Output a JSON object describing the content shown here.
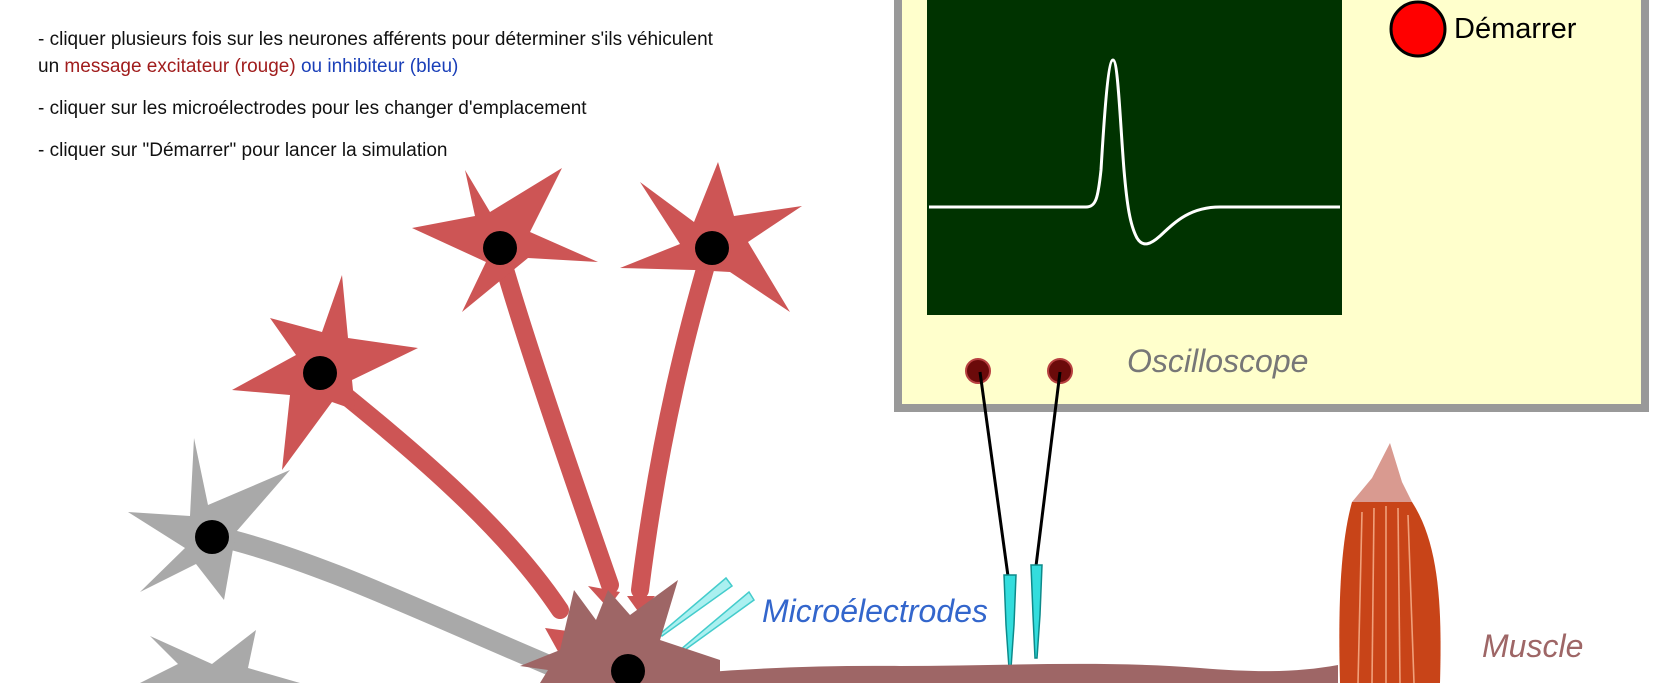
{
  "instructions": {
    "line1_prefix": "- cliquer plusieurs fois sur les neurones afférents pour déterminer s'ils véhiculent",
    "line1_un": "un ",
    "line1_red": "message excitateur (rouge)",
    "line1_blue": " ou inhibiteur (bleu)",
    "line2": "- cliquer sur les microélectrodes pour les changer d'emplacement",
    "line3": "- cliquer sur \"Démarrer\" pour lancer la simulation"
  },
  "controls": {
    "start_label": "Démarrer"
  },
  "labels": {
    "oscilloscope": "Oscilloscope",
    "microelectrodes": "Microélectrodes",
    "muscle": "Muscle"
  },
  "colors": {
    "excitatory": "#cd5555",
    "neutral": "#a9a9a9",
    "motor_neuron": "#9e6666",
    "screen": "#003300",
    "panel": "#ffffcc",
    "panel_border": "#999999",
    "electrode": "#33dddd",
    "muscle": "#c84418",
    "start_button": "#ff0000"
  }
}
